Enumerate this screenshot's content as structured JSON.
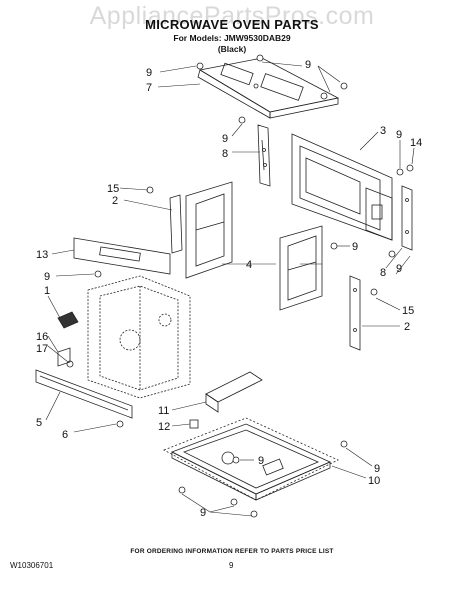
{
  "watermark": "AppliancePartsPros.com",
  "title": "MICROWAVE OVEN PARTS",
  "subtitle": "For Models: JMW9530DAB29",
  "color_note": "(Black)",
  "callouts": {
    "c9a": "9",
    "c7": "7",
    "c9b": "9",
    "c9c": "9",
    "c8a": "8",
    "c3": "3",
    "c9d": "9",
    "c14": "14",
    "c15a": "15",
    "c2a": "2",
    "c13": "13",
    "c9e": "9",
    "c4": "4",
    "c9f": "9",
    "c1": "1",
    "c8b": "8",
    "c9g": "9",
    "c16": "16",
    "c17": "17",
    "c15b": "15",
    "c2b": "2",
    "c5": "5",
    "c6": "6",
    "c11": "11",
    "c12": "12",
    "c9h": "9",
    "c9i": "9",
    "c10": "10",
    "c9j": "9"
  },
  "footer": {
    "note": "FOR ORDERING INFORMATION REFER TO PARTS PRICE LIST",
    "code": "W10306701",
    "page": "9"
  }
}
